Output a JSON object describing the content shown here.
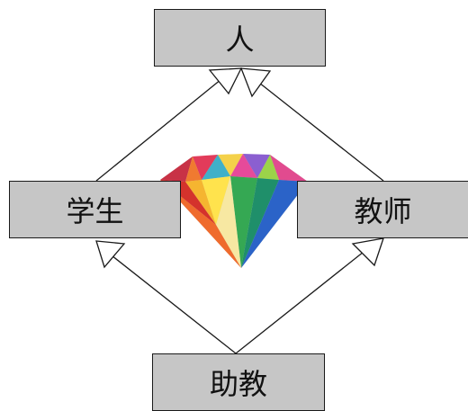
{
  "nodes": {
    "person": {
      "label": "人"
    },
    "student": {
      "label": "学生"
    },
    "teacher": {
      "label": "教师"
    },
    "ta": {
      "label": "助教"
    }
  },
  "colors": {
    "box_fill": "#c6c6c6",
    "line": "#1a1a1a",
    "background": "#ffffff"
  },
  "decoration": {
    "gem_icon": "diamond-gem-icon"
  },
  "relations": [
    {
      "from": "student",
      "to": "person",
      "type": "inheritance"
    },
    {
      "from": "teacher",
      "to": "person",
      "type": "inheritance"
    },
    {
      "from": "ta",
      "to": "student",
      "type": "inheritance"
    },
    {
      "from": "ta",
      "to": "teacher",
      "type": "inheritance"
    }
  ]
}
